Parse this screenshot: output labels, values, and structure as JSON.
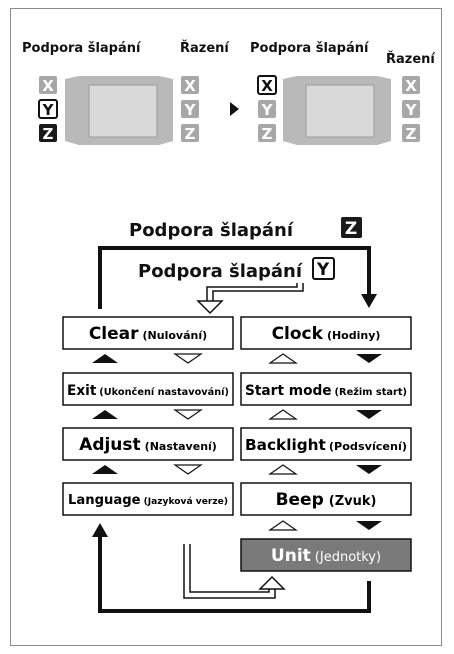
{
  "header": {
    "left_assist_label": "Podpora šlapání",
    "left_shift_label": "Řazení",
    "right_assist_label": "Podpora šlapání",
    "right_shift_label": "Řazení"
  },
  "indicators": {
    "x": "X",
    "y": "Y",
    "z": "Z"
  },
  "flow": {
    "mode_z_label": "Podpora šlapání",
    "mode_y_label": "Podpora šlapání",
    "left_menu": [
      {
        "main": "Clear",
        "sub": "(Nulování)"
      },
      {
        "main": "Exit",
        "sub": "(Ukončení nastavování)"
      },
      {
        "main": "Adjust",
        "sub": "(Nastavení)"
      },
      {
        "main": "Language",
        "sub": "(Jazyková verze)"
      }
    ],
    "right_menu": [
      {
        "main": "Clock",
        "sub": "(Hodiny)"
      },
      {
        "main": "Start mode",
        "sub": "(Režim start)"
      },
      {
        "main": "Backlight",
        "sub": "(Podsvícení)"
      },
      {
        "main": "Beep",
        "sub": "(Zvuk)"
      },
      {
        "main": "Unit",
        "sub": "(Jednotky)"
      }
    ]
  },
  "colors": {
    "indicator_dim": "#a7a7a7",
    "indicator_active_bg": "#1a1a1a",
    "display_body": "#b9b9b9",
    "display_screen": "#d9d9d9",
    "highlight_item": "#7a7a7a"
  }
}
